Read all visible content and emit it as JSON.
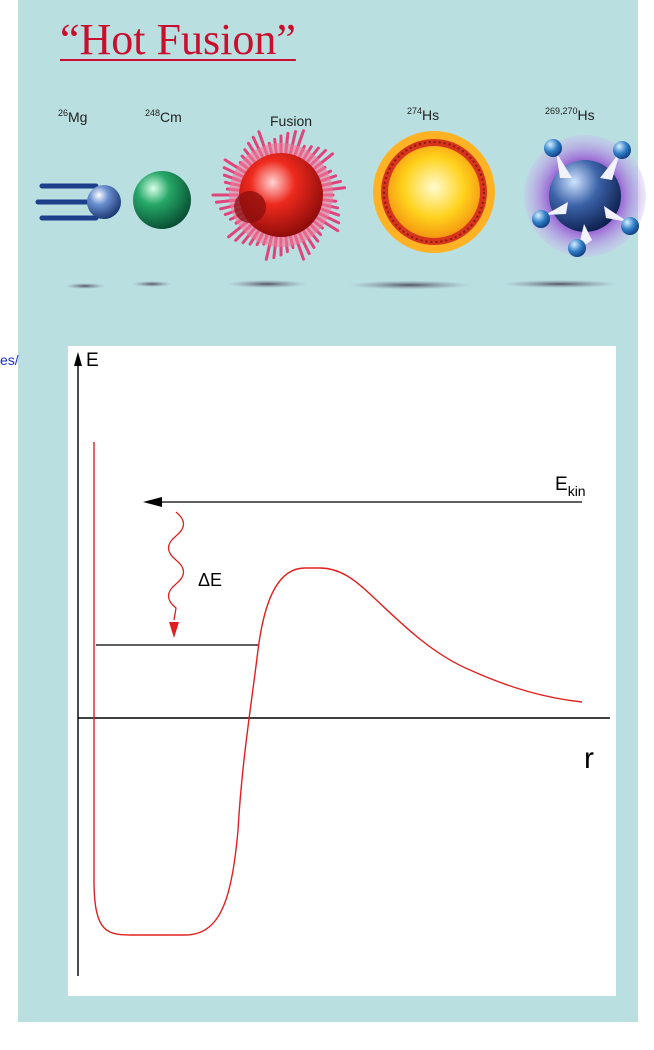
{
  "title": "“Hot Fusion”",
  "stages": [
    {
      "mass": "26",
      "symbol": "Mg"
    },
    {
      "mass": "248",
      "symbol": "Cm"
    },
    {
      "mass": "",
      "symbol": "Fusion"
    },
    {
      "mass": "274",
      "symbol": "Hs"
    },
    {
      "mass": "269,270",
      "symbol": "Hs"
    }
  ],
  "clipped_link": "es/",
  "diagram": {
    "y_axis_label": "E",
    "x_axis_label": "r",
    "beam_label_main": "E",
    "beam_label_sub": "kin",
    "delta_label": "ΔE"
  },
  "colors": {
    "panel": "#b9dfe1",
    "title": "#c8102e",
    "potential_curve": "#e0201e",
    "axis": "#000000"
  }
}
